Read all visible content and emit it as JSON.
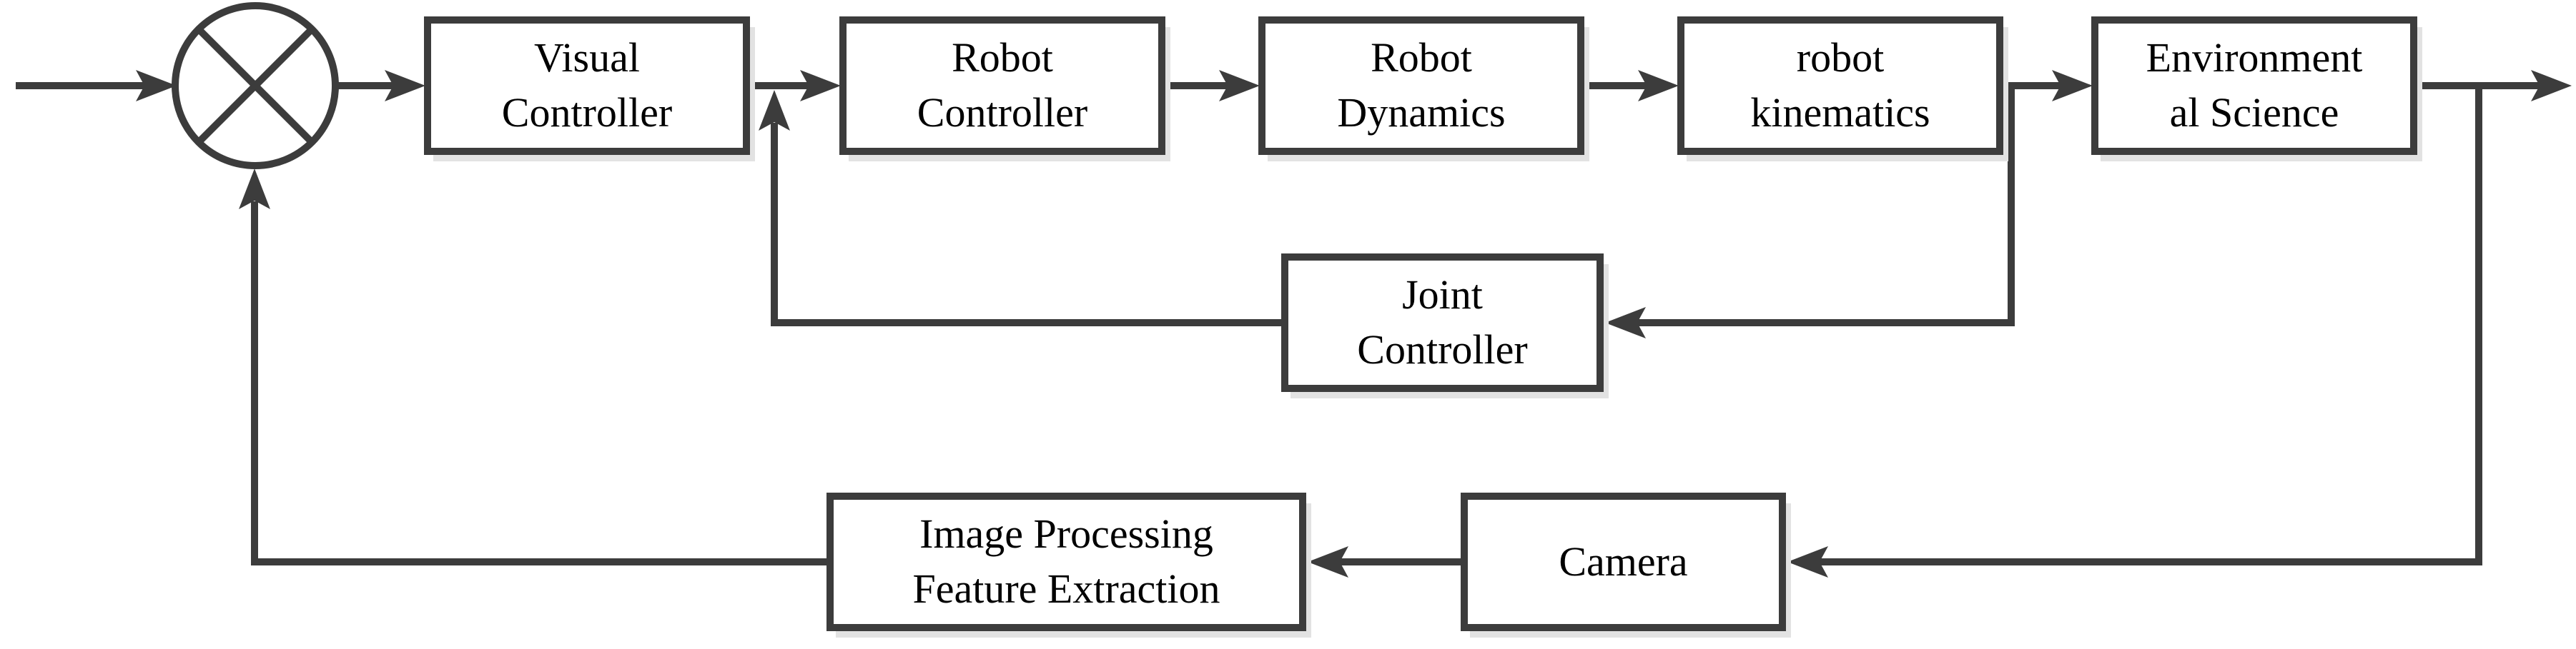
{
  "diagram": {
    "type": "control-system-block-diagram",
    "background_color": "#ffffff",
    "line_color": "#3c3c3c",
    "text_color": "#000000",
    "summing_junction": {
      "id": "summing-junction",
      "symbol": "circle-with-cross",
      "inputs": [
        "reference-input-left",
        "feedback-input-bottom"
      ],
      "output": "to-visual-controller"
    },
    "blocks": [
      {
        "id": "visual-controller",
        "label": "Visual\nController"
      },
      {
        "id": "robot-controller",
        "label": "Robot\nController"
      },
      {
        "id": "robot-dynamics",
        "label": "Robot\nDynamics"
      },
      {
        "id": "robot-kinematics",
        "label": "robot\nkinematics"
      },
      {
        "id": "environmental-science",
        "label": "Environment\nal Science"
      },
      {
        "id": "joint-controller",
        "label": "Joint\nController"
      },
      {
        "id": "image-processing",
        "label": "Image Processing\nFeature Extraction"
      },
      {
        "id": "camera",
        "label": "Camera"
      }
    ],
    "connections": [
      "input -> summing-junction",
      "summing-junction -> visual-controller",
      "visual-controller -> robot-controller",
      "robot-controller -> robot-dynamics",
      "robot-dynamics -> robot-kinematics",
      "robot-kinematics -> environmental-science",
      "environmental-science -> output",
      "robot-kinematics -> joint-controller",
      "joint-controller -> visual-controller-output-junction",
      "environmental-science -> camera",
      "camera -> image-processing",
      "image-processing -> summing-junction"
    ]
  }
}
